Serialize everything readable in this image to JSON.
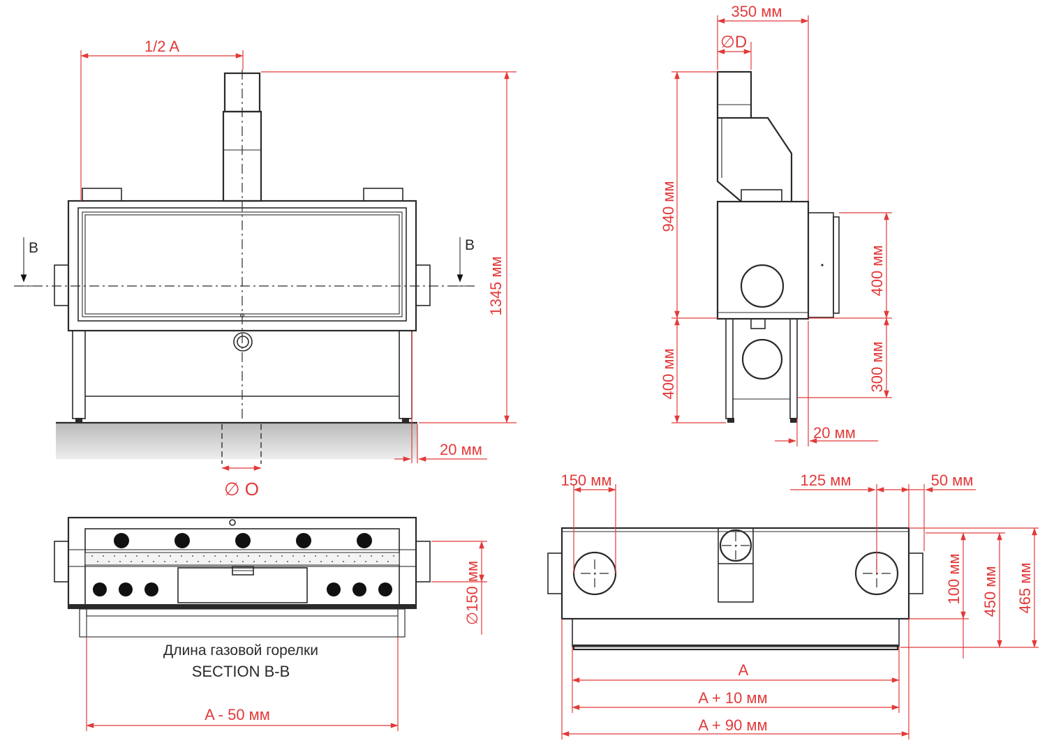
{
  "colors": {
    "dimension": "#e23a3a",
    "outline": "#2a2a2a",
    "floor": "#c8c8c8"
  },
  "front_view": {
    "half_width": "1/2 A",
    "total_height": "1345 мм",
    "section_mark_left": "B",
    "section_mark_right": "B",
    "leg_offset": "20 мм",
    "gas_inlet": "∅ O"
  },
  "side_view": {
    "depth": "350 мм",
    "flue_diameter": "∅D",
    "upper_height": "940 мм",
    "lower_height": "400 мм",
    "duct_height": "400 мм",
    "duct_base": "300 мм",
    "leg_offset": "20 мм"
  },
  "section_view": {
    "label_burner": "Длина газовой горелки",
    "label_section": "SECTION B-B",
    "width": "A - 50 мм",
    "duct_diameter": "∅150 мм"
  },
  "plan_view": {
    "dim_150": "150 мм",
    "dim_125": "125 мм",
    "dim_50": "50 мм",
    "dim_100": "100 мм",
    "dim_450": "450 мм",
    "dim_465": "465 мм",
    "width_a": "A",
    "width_a10": "A + 10 мм",
    "width_a90": "A + 90 мм"
  }
}
